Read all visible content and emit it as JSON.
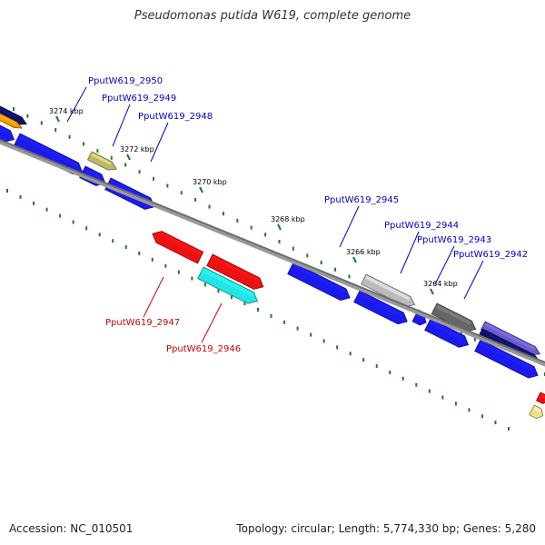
{
  "title": "Pseudomonas putida W619, complete genome",
  "footer": {
    "accession": "Accession: NC_010501",
    "summary": "Topology: circular; Length: 5,774,330 bp; Genes: 5,280"
  },
  "colors": {
    "backbone": "#808080",
    "tick": "#1f7a1f",
    "plus_label": "#0000cc",
    "minus_label": "#cc0000"
  },
  "scale_ticks": [
    {
      "label": "3274 kbp"
    },
    {
      "label": "3272 kbp"
    },
    {
      "label": "3270 kbp"
    },
    {
      "label": "3268 kbp"
    },
    {
      "label": "3266 kbp"
    },
    {
      "label": "3264 kbp"
    }
  ],
  "gene_labels": [
    {
      "name": "PputW619_2950",
      "strand": "plus"
    },
    {
      "name": "PputW619_2949",
      "strand": "plus"
    },
    {
      "name": "PputW619_2948",
      "strand": "plus"
    },
    {
      "name": "PputW619_2945",
      "strand": "plus"
    },
    {
      "name": "PputW619_2944",
      "strand": "plus"
    },
    {
      "name": "PputW619_2943",
      "strand": "plus"
    },
    {
      "name": "PputW619_2942",
      "strand": "plus"
    },
    {
      "name": "PputW619_2947",
      "strand": "minus"
    },
    {
      "name": "PputW619_2946",
      "strand": "minus"
    }
  ]
}
